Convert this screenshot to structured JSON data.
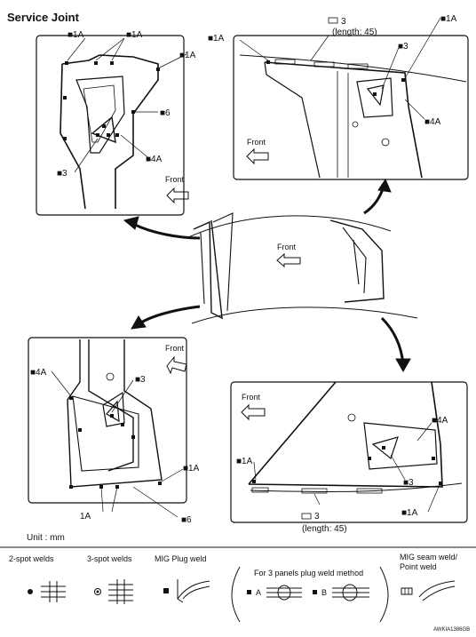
{
  "title": "Service Joint",
  "unit": "Unit : mm",
  "front": "Front",
  "labels": {
    "one_a": "■1A",
    "three": "■3",
    "four_a": "■4A",
    "six": "■6",
    "one_a_plain": "1A",
    "seam_3": "3",
    "length": "(length: 45)"
  },
  "legend": {
    "two_spot": "2-spot welds",
    "three_spot": "3-spot welds",
    "mig_plug": "MIG Plug weld",
    "three_panels": "For 3 panels plug weld method",
    "a": "A",
    "b": "B",
    "seam_line1": "MIG seam weld/",
    "seam_line2": "Point weld"
  },
  "code": "AWKIA1386GB"
}
